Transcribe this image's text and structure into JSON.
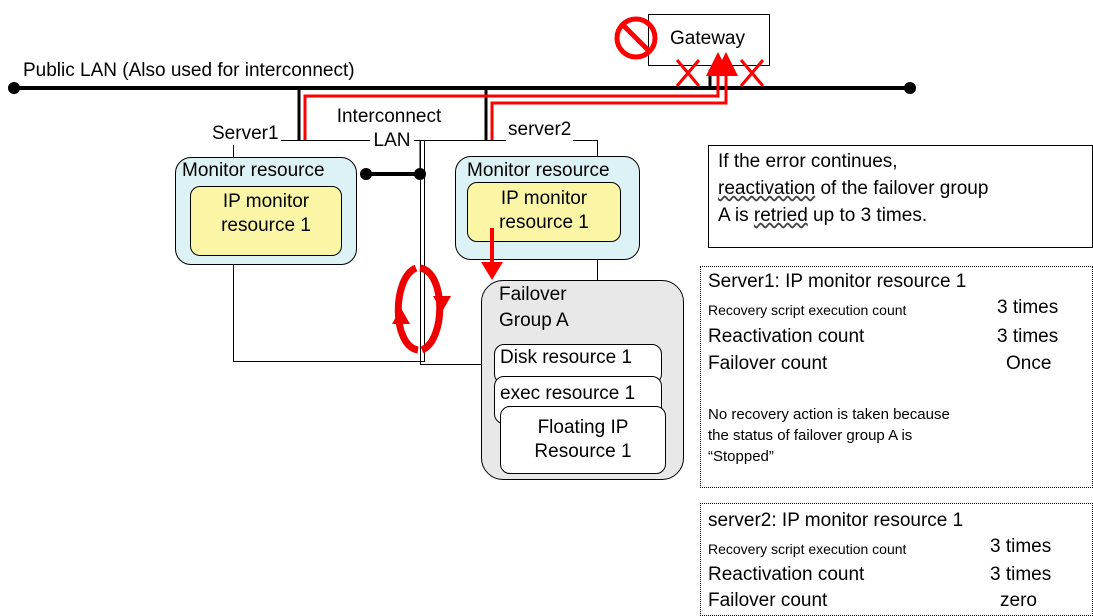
{
  "labels": {
    "public_lan": "Public LAN (Also used for interconnect)",
    "interconnect_lan_1": "Interconnect",
    "interconnect_lan_2": "LAN",
    "server1": "Server1",
    "server2": "server2",
    "gateway": "Gateway"
  },
  "server1": {
    "monitor_resource": "Monitor resource",
    "ip_monitor_line1": "IP monitor",
    "ip_monitor_line2": "resource 1"
  },
  "server2": {
    "monitor_resource": "Monitor resource",
    "ip_monitor_line1": "IP monitor",
    "ip_monitor_line2": "resource 1"
  },
  "failover_group": {
    "line1": "Failover",
    "line2": "Group A",
    "disk": "Disk resource 1",
    "exec": "exec resource 1",
    "fip_line1": "Floating IP",
    "fip_line2": "Resource 1"
  },
  "note": {
    "line1": "If the error continues,",
    "line2_word": "reactivation",
    "line2_rest": " of the failover group",
    "line3_pre": "A is ",
    "line3_word": "retried",
    "line3_rest": " up to 3 times."
  },
  "panel_server1": {
    "title": "Server1: IP monitor resource 1",
    "rows": [
      {
        "label": "Recovery script execution count",
        "value": "3 times"
      },
      {
        "label": "Reactivation count",
        "value": "3 times"
      },
      {
        "label": "Failover count",
        "value": "Once"
      }
    ],
    "footnote_1": "No recovery action is taken because",
    "footnote_2": "the status of failover group A is",
    "footnote_3": "“Stopped”"
  },
  "panel_server2": {
    "title": "server2: IP monitor resource 1",
    "rows": [
      {
        "label": "Recovery script execution count",
        "value": "3 times"
      },
      {
        "label": "Reactivation count",
        "value": "3 times"
      },
      {
        "label": "Failover count",
        "value": "zero"
      }
    ]
  },
  "colors": {
    "red_path": "#ff0000",
    "monitor_fill": "#ddf2f4",
    "ip_monitor_fill": "#fbf6a6",
    "group_fill": "#e8e8e8"
  }
}
